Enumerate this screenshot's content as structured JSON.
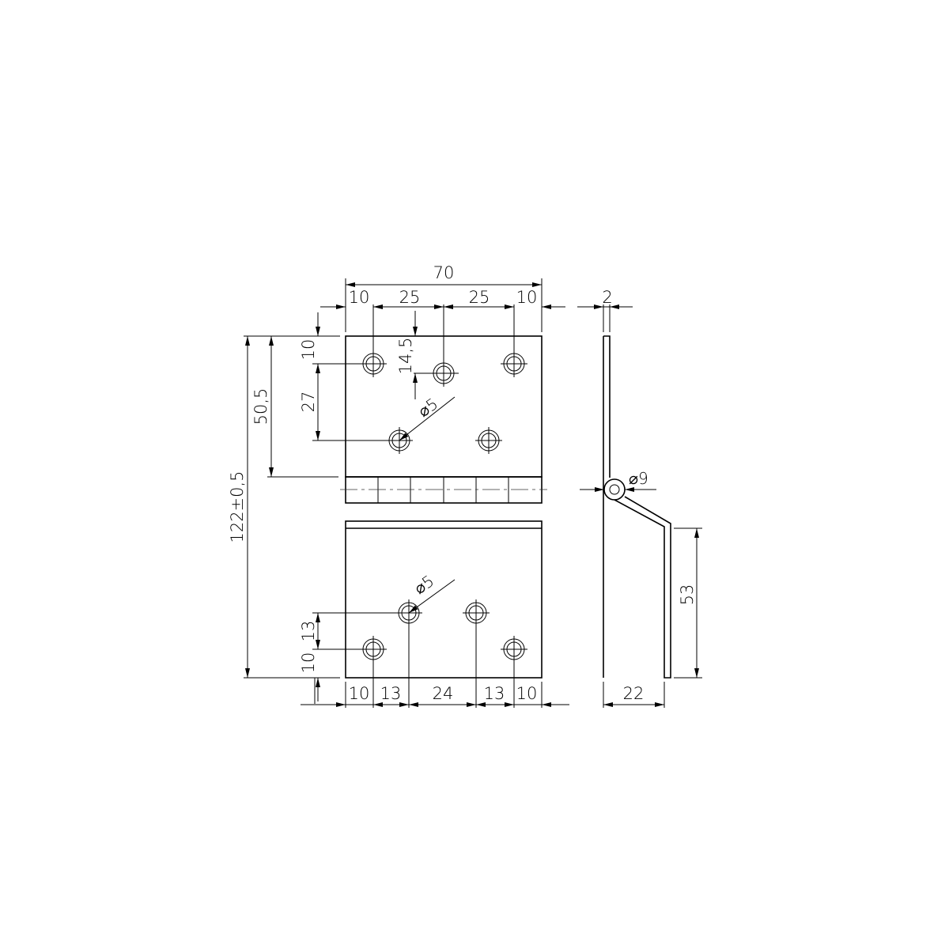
{
  "front_view": {
    "overall_width": "70",
    "top_spacing": [
      "10",
      "25",
      "25",
      "10"
    ],
    "top_edge_offset": "10",
    "row_spacing": "27",
    "middle_hole_offset": "14,5",
    "hinge_axis_offset": "50,5",
    "overall_height": "122±0,5",
    "hole_diameter_top": "⌀5",
    "hole_diameter_bottom": "⌀5",
    "bottom_row_spacing": "13",
    "bottom_edge_offset": "10",
    "bottom_spacing": [
      "10",
      "13",
      "24",
      "13",
      "10"
    ]
  },
  "side_view": {
    "thickness": "2",
    "knuckle_diameter": "⌀9",
    "offset_height": "53",
    "offset_depth": "22"
  }
}
